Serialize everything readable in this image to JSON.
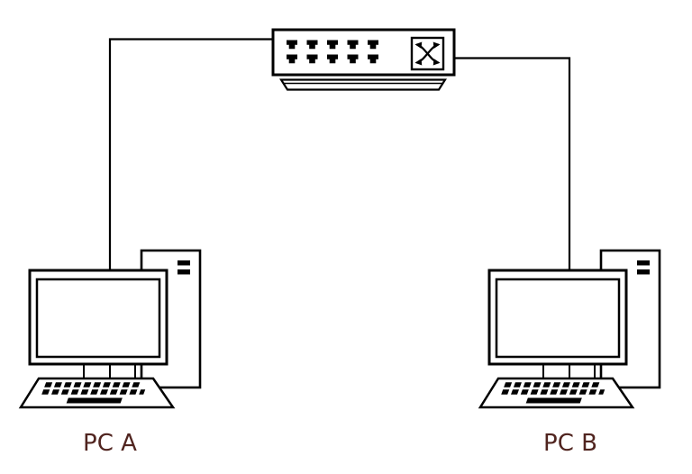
{
  "canvas": {
    "background": "#ffffff",
    "stroke_color": "#000000",
    "label_color": "#50241f"
  },
  "nodes": {
    "switch": {
      "type": "ethernet-switch",
      "port_count": 10,
      "port_rows": 2,
      "symbol": "crossed-arrows-switch-icon",
      "label": ""
    },
    "pc_a": {
      "type": "workstation",
      "label": "PC A"
    },
    "pc_b": {
      "type": "workstation",
      "label": "PC B"
    }
  },
  "edges": [
    {
      "from": "pc_a",
      "to": "switch",
      "style": "right-angle-solid"
    },
    {
      "from": "pc_b",
      "to": "switch",
      "style": "right-angle-solid"
    }
  ]
}
